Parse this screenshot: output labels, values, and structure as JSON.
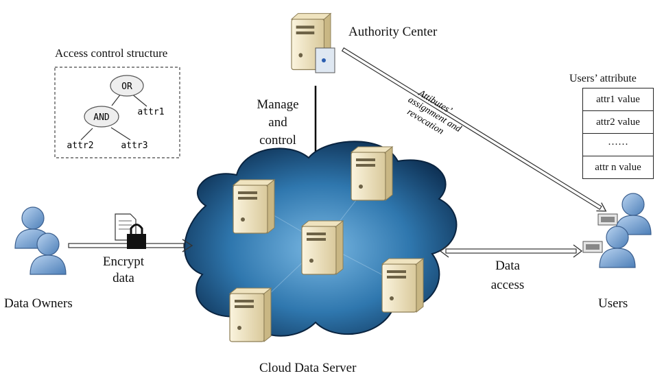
{
  "access_structure": {
    "title": "Access control structure",
    "root": "OR",
    "inner": "AND",
    "leaves": [
      "attr1",
      "attr2",
      "attr3"
    ]
  },
  "authority": {
    "label": "Authority Center"
  },
  "manage": {
    "label_lines": [
      "Manage",
      "and",
      "control"
    ]
  },
  "assignment": {
    "label_lines": [
      "Attibutes’",
      "assignment and",
      "revocation"
    ]
  },
  "users_attribute": {
    "title": "Users’ attribute",
    "rows": [
      "attr1 value",
      "attr2 value",
      "······",
      "attr n value"
    ]
  },
  "owners": {
    "label": "Data Owners"
  },
  "encrypt": {
    "label_lines": [
      "Encrypt",
      "data"
    ]
  },
  "cloud": {
    "label": "Cloud Data Server"
  },
  "data_access": {
    "label_lines": [
      "Data",
      "access"
    ]
  },
  "users": {
    "label": "Users"
  },
  "colors": {
    "cloud_dark": "#0f3d63",
    "cloud_light": "#5aa3d6",
    "person": "#7fa9d8",
    "server_body": "#f3e7c4"
  }
}
